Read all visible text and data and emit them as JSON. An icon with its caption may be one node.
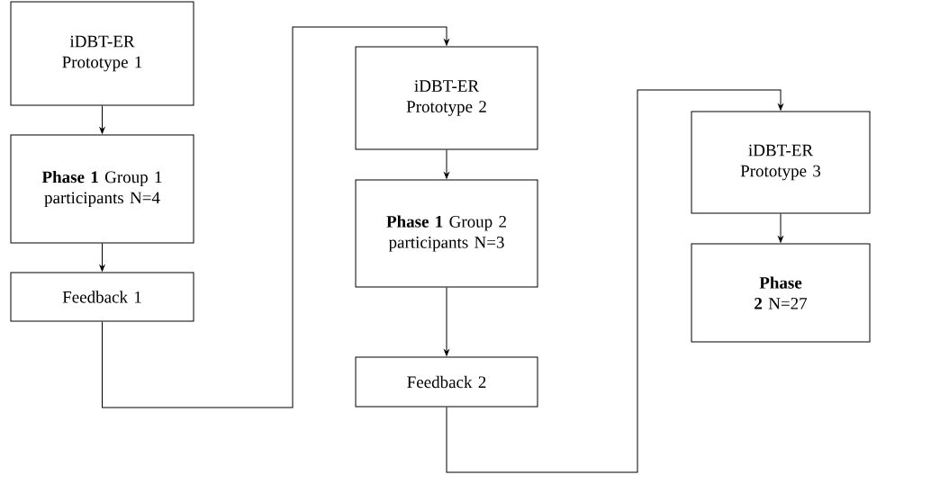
{
  "diagram": {
    "nodes": [
      {
        "text": [
          "iDBT-ER Prototype 1"
        ]
      },
      {
        "text": [
          "**Phase 1** Group 1 participants N=4"
        ]
      },
      {
        "text": [
          "Feedback 1"
        ]
      },
      {
        "text": [
          "iDBT-ER Prototype 2"
        ]
      },
      {
        "text": [
          "**Phase 1** Group 2 participants N=3"
        ]
      },
      {
        "text": [
          "Feedback 2"
        ]
      },
      {
        "text": [
          "iDBT-ER Prototype 3"
        ]
      },
      {
        "text": [
          "**Phase 2** N=27"
        ]
      }
    ],
    "edges": [
      {
        "from": 0,
        "to": 1,
        "arrow": "to"
      },
      {
        "from": 1,
        "to": 2,
        "arrow": "to"
      },
      {
        "from": 2,
        "to": 3,
        "arrow": "to"
      },
      {
        "from": 3,
        "to": 4,
        "arrow": "to"
      },
      {
        "from": 4,
        "to": 5,
        "arrow": "to"
      },
      {
        "from": 5,
        "to": 6,
        "arrow": "to"
      },
      {
        "from": 6,
        "to": 7,
        "arrow": "to"
      }
    ]
  }
}
